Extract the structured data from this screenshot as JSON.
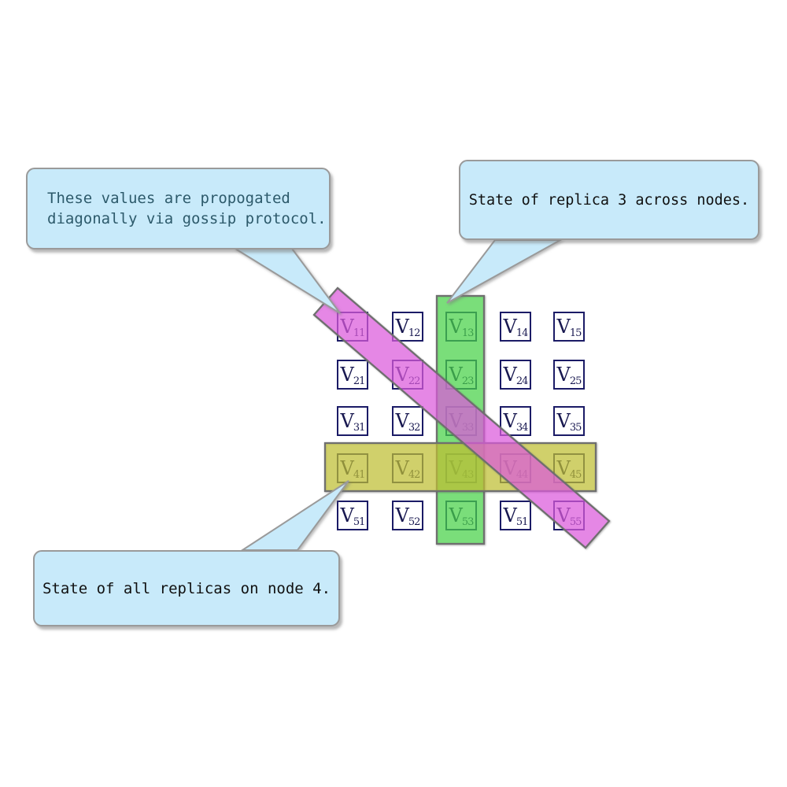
{
  "callouts": [
    {
      "id": "gossip",
      "lines": [
        "These values are propogated",
        "diagonally via gossip protocol."
      ],
      "text_color": "#2d5a6b"
    },
    {
      "id": "replica3",
      "text": "State of replica 3 across nodes.",
      "text_color": "#101010"
    },
    {
      "id": "node4",
      "text": "State of all replicas on node 4.",
      "text_color": "#101010"
    }
  ],
  "grid": {
    "symbol": "V",
    "subscripts": [
      [
        "11",
        "12",
        "13",
        "14",
        "15"
      ],
      [
        "21",
        "22",
        "23",
        "24",
        "25"
      ],
      [
        "31",
        "32",
        "33",
        "34",
        "35"
      ],
      [
        "41",
        "42",
        "43",
        "44",
        "45"
      ],
      [
        "51",
        "52",
        "53",
        "51",
        "55"
      ]
    ]
  },
  "colors": {
    "band_green": "rgba(70,230,70,0.62)",
    "band_yellow": "rgba(208,208,45,0.62)",
    "band_pink": "rgba(242,90,242,0.62)",
    "band_stroke": "#6f6f6f",
    "callout_bg": "#c8eafa",
    "callout_border": "#9a9a9a",
    "cell_border": "#1b1b66",
    "cell_text": "#181850"
  }
}
